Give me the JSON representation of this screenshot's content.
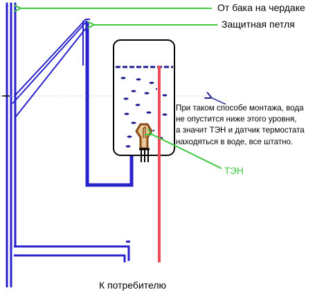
{
  "labels": {
    "from_tank": "От бака на чердаке",
    "safety_loop": "Защитная петля",
    "note_line1": "При таком способе монтажа, вода",
    "note_line2": "не опустится ниже этого уровня,",
    "note_line3": "а значит ТЭН и датчик термостата",
    "note_line4": "находяться в воде, все штатно.",
    "heater": "ТЭН",
    "to_consumer": "К потребителю"
  },
  "colors": {
    "cold_pipe": "#2a22cc",
    "hot_pipe": "#f24a58",
    "arrow": "#3cc83c",
    "heater": "#8a4a18",
    "water": "#1a1a8c",
    "note_arrow": "#1a1a8c"
  }
}
